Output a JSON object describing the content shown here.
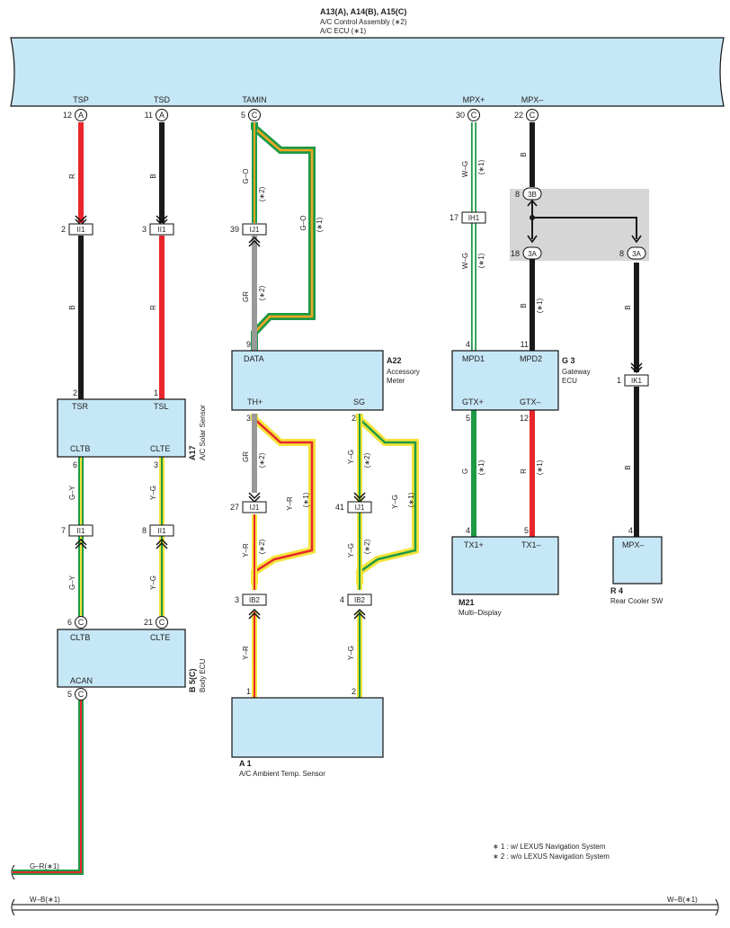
{
  "header": {
    "title": "A13(A), A14(B), A15(C)",
    "line1": "A/C Control Assembly (∗2)",
    "line2": "A/C ECU (∗1)"
  },
  "ecu_pins": {
    "tsp": "TSP",
    "tsd": "TSD",
    "tamin": "TAMIN",
    "mpxp": "MPX+",
    "mpxm": "MPX–"
  },
  "pins": {
    "p12": "12",
    "p11": "11",
    "p5": "5",
    "p30": "30",
    "p22": "22",
    "p2": "2",
    "p3": "3",
    "p39": "39",
    "p17": "17",
    "p8": "8",
    "p18": "18",
    "p9": "9",
    "p4": "4",
    "p1": "1",
    "p6": "6",
    "p7": "7",
    "p21": "21",
    "p27": "27",
    "p41": "41"
  },
  "badges": {
    "A": "A",
    "C": "C",
    "3B": "3B",
    "3A": "3A"
  },
  "junctions": {
    "II1": "II1",
    "IJ1": "IJ1",
    "IH1": "IH1",
    "IK1": "IK1",
    "IB2": "IB2"
  },
  "wires": {
    "R": "R",
    "B": "B",
    "GO": "G–O",
    "GR": "GR",
    "WG": "W–G",
    "GY": "G–Y",
    "YG": "Y–G",
    "YR": "Y–R",
    "G": "G",
    "GR1": "G–R(∗1)",
    "WB1": "W–B(∗1)"
  },
  "notes": {
    "n1": "(∗1)",
    "n2": "(∗2)"
  },
  "components": {
    "solar": {
      "id": "A17",
      "name": "A/C Solar Sensor",
      "tsr": "TSR",
      "tsl": "TSL",
      "cltb": "CLTB",
      "clte": "CLTE"
    },
    "body": {
      "id": "B 5(C)",
      "name": "Body ECU",
      "cltb": "CLTB",
      "clte": "CLTE",
      "acan": "ACAN"
    },
    "meter": {
      "id": "A22",
      "name1": "Accessory",
      "name2": "Meter",
      "data": "DATA",
      "th": "TH+",
      "sg": "SG"
    },
    "ambient": {
      "id": "A 1",
      "name": "A/C Ambient Temp.  Sensor"
    },
    "gateway": {
      "id": "G 3",
      "name1": "Gateway",
      "name2": "ECU",
      "mpd1": "MPD1",
      "mpd2": "MPD2",
      "gtxp": "GTX+",
      "gtxm": "GTX–"
    },
    "display": {
      "id": "M21",
      "name": "Multi–Display",
      "tx1p": "TX1+",
      "tx1m": "TX1–"
    },
    "cooler": {
      "id": "R 4",
      "name": "Rear Cooler SW",
      "mpx": "MPX–"
    }
  },
  "legend": {
    "l1": "∗ 1 : w/ LEXUS Navigation System",
    "l2": "∗ 2 : w/o LEXUS Navigation System"
  },
  "colors": {
    "red": "#e8262b",
    "black": "#1a1a1a",
    "green": "#1f9a45",
    "gray": "#999999",
    "yellow": "#f5e43a",
    "orange": "#f5a623",
    "white": "#ffffff",
    "box": "#c6e7f6",
    "shade": "#d6d6d6"
  }
}
